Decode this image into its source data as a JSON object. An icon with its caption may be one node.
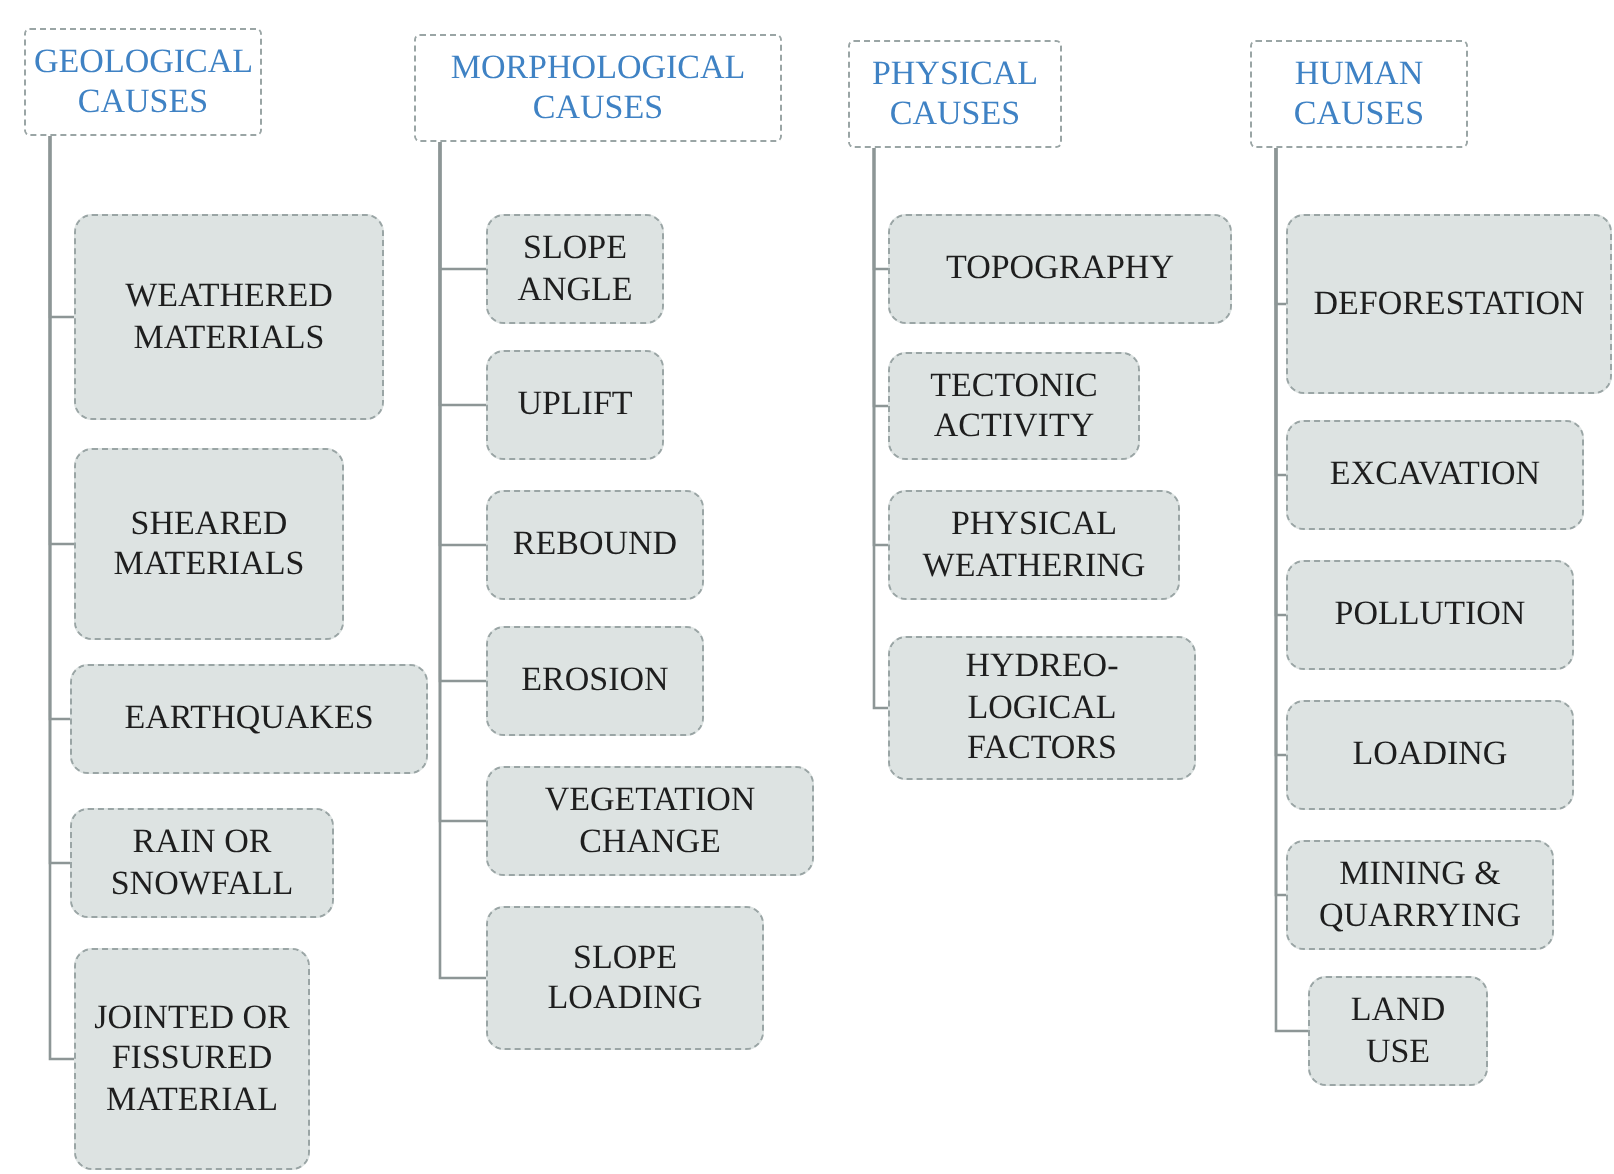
{
  "diagram": {
    "nodes": [
      {
        "text": [
          "GEOLOGICAL CAUSES"
        ]
      },
      {
        "text": [
          "WEATHERED MATERIALS"
        ]
      },
      {
        "text": [
          "SHEARED MATERIALS"
        ]
      },
      {
        "text": [
          "EARTHQUAKES"
        ]
      },
      {
        "text": [
          "RAIN OR SNOWFALL"
        ]
      },
      {
        "text": [
          "JOINTED OR FISSURED MATERIAL"
        ]
      },
      {
        "text": [
          "MORPHOLOGICAL CAUSES"
        ]
      },
      {
        "text": [
          "SLOPE ANGLE"
        ]
      },
      {
        "text": [
          "UPLIFT"
        ]
      },
      {
        "text": [
          "REBOUND"
        ]
      },
      {
        "text": [
          "EROSION"
        ]
      },
      {
        "text": [
          "VEGETATION CHANGE"
        ]
      },
      {
        "text": [
          "SLOPE LOADING"
        ]
      },
      {
        "text": [
          "PHYSICAL CAUSES"
        ]
      },
      {
        "text": [
          "TOPOGRAPHY"
        ]
      },
      {
        "text": [
          "TECTONIC ACTIVITY"
        ]
      },
      {
        "text": [
          "PHYSICAL WEATHERING"
        ]
      },
      {
        "text": [
          "HYDREO-LOGICAL FACTORS"
        ]
      },
      {
        "text": [
          "HUMAN CAUSES"
        ]
      },
      {
        "text": [
          "DEFORESTATION"
        ]
      },
      {
        "text": [
          "EXCAVATION"
        ]
      },
      {
        "text": [
          "POLLUTION"
        ]
      },
      {
        "text": [
          "LOADING"
        ]
      },
      {
        "text": [
          "MINING & QUARRYING"
        ]
      },
      {
        "text": [
          "LAND USE"
        ]
      }
    ],
    "edges": [
      {
        "from": 0,
        "to": 1,
        "arrow": "none"
      },
      {
        "from": 0,
        "to": 2,
        "arrow": "none"
      },
      {
        "from": 0,
        "to": 3,
        "arrow": "none"
      },
      {
        "from": 0,
        "to": 4,
        "arrow": "none"
      },
      {
        "from": 0,
        "to": 5,
        "arrow": "none"
      },
      {
        "from": 6,
        "to": 7,
        "arrow": "none"
      },
      {
        "from": 6,
        "to": 8,
        "arrow": "none"
      },
      {
        "from": 6,
        "to": 9,
        "arrow": "none"
      },
      {
        "from": 6,
        "to": 10,
        "arrow": "none"
      },
      {
        "from": 6,
        "to": 11,
        "arrow": "none"
      },
      {
        "from": 6,
        "to": 12,
        "arrow": "none"
      },
      {
        "from": 13,
        "to": 14,
        "arrow": "none"
      },
      {
        "from": 13,
        "to": 15,
        "arrow": "none"
      },
      {
        "from": 13,
        "to": 16,
        "arrow": "none"
      },
      {
        "from": 13,
        "to": 17,
        "arrow": "none"
      },
      {
        "from": 18,
        "to": 19,
        "arrow": "none"
      },
      {
        "from": 18,
        "to": 20,
        "arrow": "none"
      },
      {
        "from": 18,
        "to": 21,
        "arrow": "none"
      },
      {
        "from": 18,
        "to": 22,
        "arrow": "none"
      },
      {
        "from": 18,
        "to": 23,
        "arrow": "none"
      },
      {
        "from": 18,
        "to": 24,
        "arrow": "none"
      }
    ]
  }
}
